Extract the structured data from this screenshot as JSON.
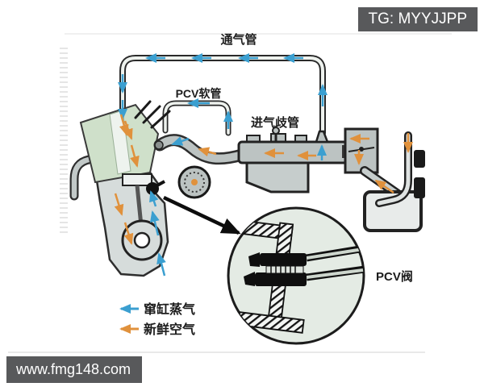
{
  "watermarks": {
    "top_right": "TG: MYYJJPP",
    "bottom_left": "www.fmg148.com"
  },
  "diagram": {
    "labels": {
      "vent_pipe": "通气管",
      "pcv_hose": "PCV软管",
      "intake_manifold": "进气歧管",
      "pcv_valve": "PCV阀"
    },
    "legend": {
      "items": [
        {
          "label": "窜缸蒸气",
          "icon": "blue-left-arrow",
          "color": "#3b9fd0"
        },
        {
          "label": "新鲜空气",
          "icon": "orange-left-arrow",
          "color": "#e0913c"
        }
      ]
    },
    "colors": {
      "blowby_blue": "#3b9fd0",
      "fresh_air_orange": "#e0913c",
      "engine_head_green": "#cfe0ca",
      "metal_gray": "#bcc3c2",
      "inset_background": "#e4ebe4",
      "outline_black": "#1c1c1c",
      "watermark_background": "#58595b"
    }
  }
}
